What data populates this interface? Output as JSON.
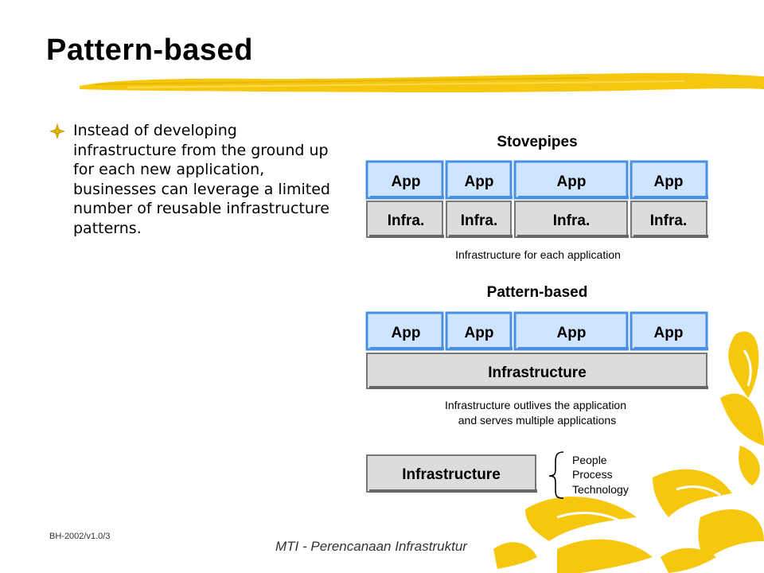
{
  "slide": {
    "title": "Pattern-based",
    "bullet": "Instead of developing infrastructure from the ground up for each new application, businesses can leverage a limited number of reusable infrastructure patterns.",
    "footer_left": "BH-2002/v1.0/3",
    "footer_center": "MTI - Perencanaan Infrastruktur"
  },
  "diagram": {
    "stovepipes_title": "Stovepipes",
    "app_label": "App",
    "infra_label": "Infra.",
    "stovepipes_caption": "Infrastructure for each application",
    "pattern_title": "Pattern-based",
    "infrastructure_label": "Infrastructure",
    "pattern_caption_line1": "Infrastructure outlives the application",
    "pattern_caption_line2": "and serves multiple applications",
    "legend_box_label": "Infrastructure",
    "legend_items": [
      "People",
      "Process",
      "Technology"
    ]
  },
  "colors": {
    "app_fill": "#cfe4ff",
    "app_border": "#4a90e2",
    "infra_fill": "#dcdcdc",
    "accent_yellow": "#f5c80f"
  }
}
